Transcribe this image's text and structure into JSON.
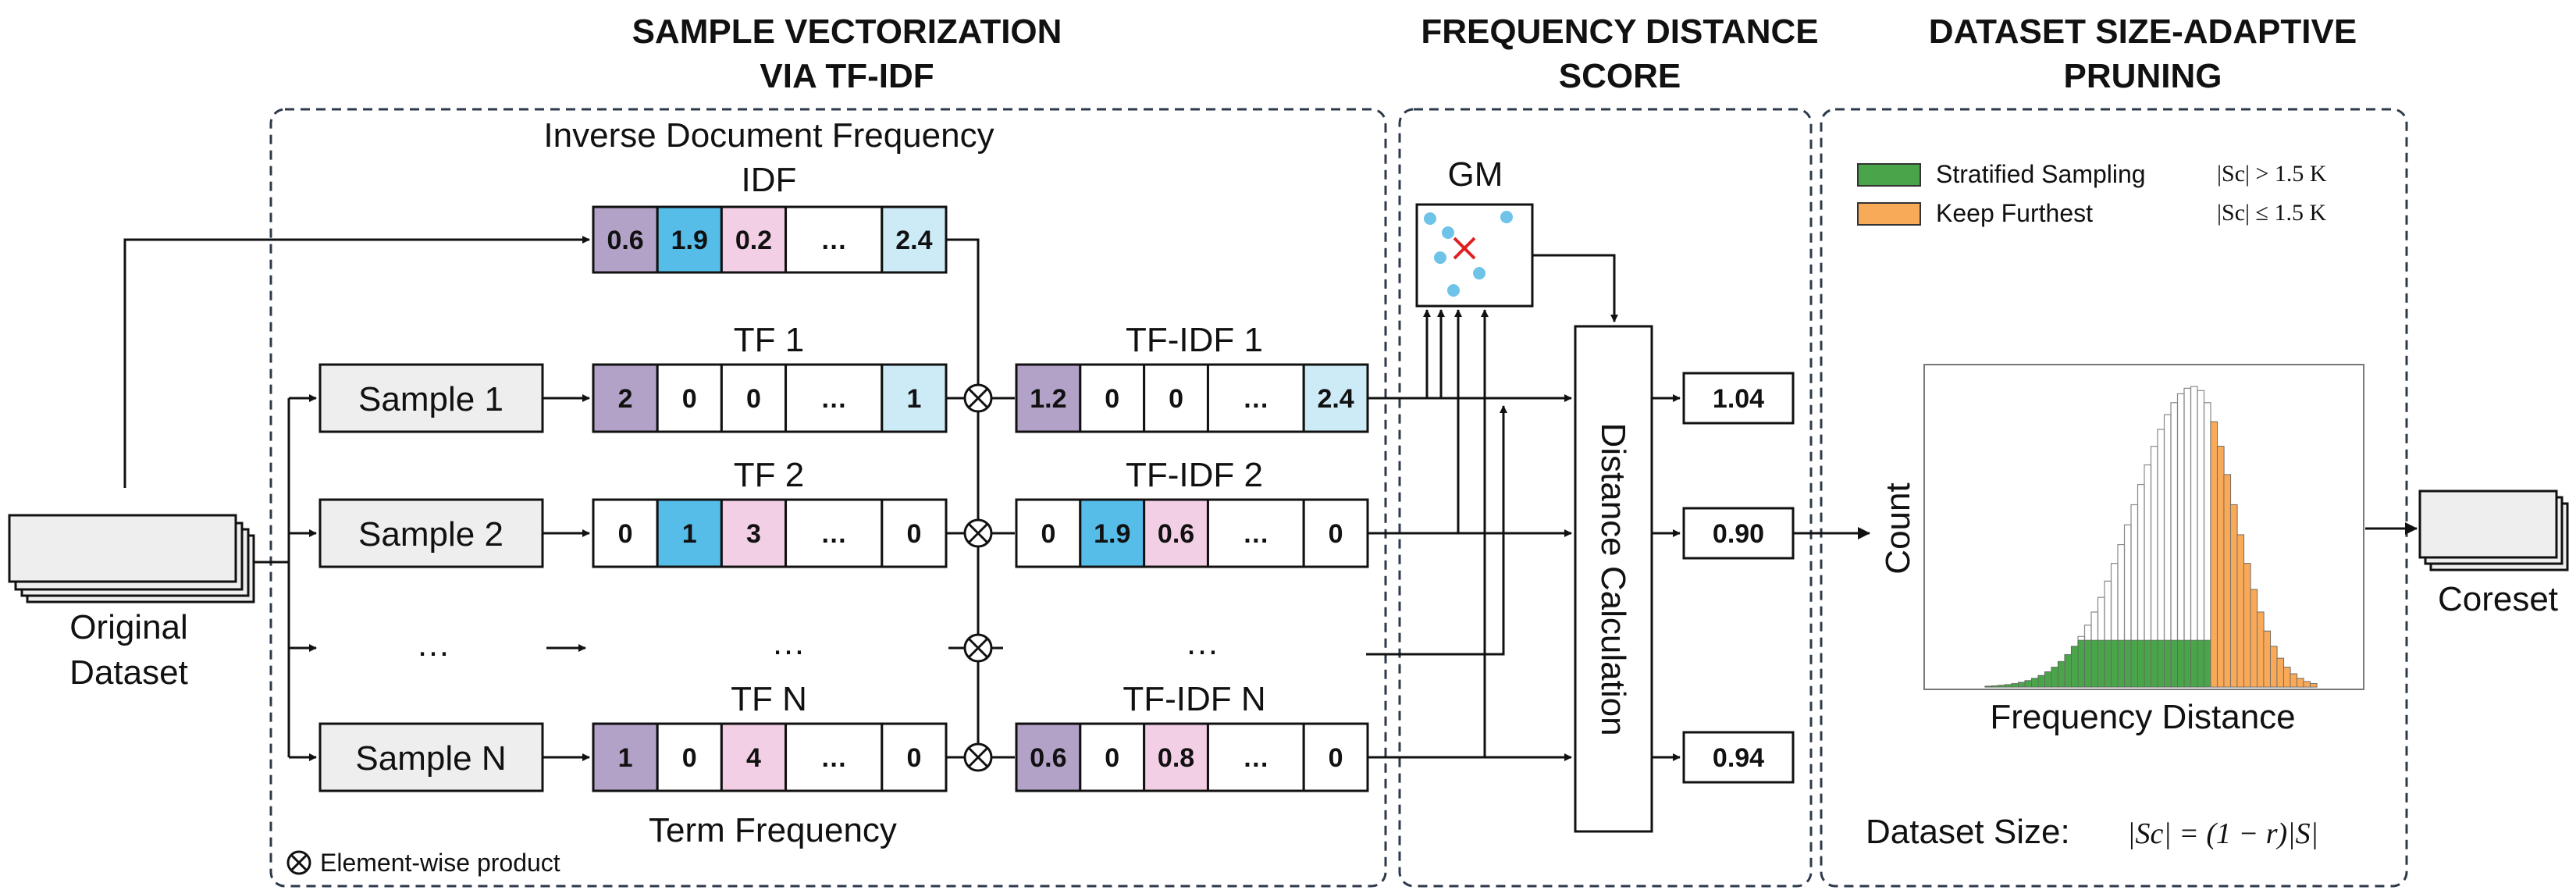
{
  "headers": {
    "vectorization_line1": "SAMPLE VECTORIZATION",
    "vectorization_line2": "VIA TF-IDF",
    "frequency_line1": "FREQUENCY DISTANCE",
    "frequency_line2": "SCORE",
    "pruning_line1": "DATASET SIZE-ADAPTIVE",
    "pruning_line2": "PRUNING"
  },
  "idf": {
    "title": "Inverse Document Frequency",
    "label": "IDF",
    "cells": [
      "0.6",
      "1.9",
      "0.2",
      "…",
      "2.4"
    ]
  },
  "original_dataset": {
    "line1": "Original",
    "line2": "Dataset"
  },
  "samples": [
    {
      "sample": "Sample 1",
      "tf_label": "TF 1",
      "tf_cells": [
        "2",
        "0",
        "0",
        "…",
        "1"
      ],
      "tfidf_label": "TF-IDF 1",
      "tfidf_cells": [
        "1.2",
        "0",
        "0",
        "…",
        "2.4"
      ],
      "score": "1.04"
    },
    {
      "sample": "Sample 2",
      "tf_label": "TF 2",
      "tf_cells": [
        "0",
        "1",
        "3",
        "…",
        "0"
      ],
      "tfidf_label": "TF-IDF 2",
      "tfidf_cells": [
        "0",
        "1.9",
        "0.6",
        "…",
        "0"
      ],
      "score": "0.90"
    },
    {
      "sample": "Sample N",
      "tf_label": "TF N",
      "tf_cells": [
        "1",
        "0",
        "4",
        "…",
        "0"
      ],
      "tfidf_label": "TF-IDF N",
      "tfidf_cells": [
        "0.6",
        "0",
        "0.8",
        "…",
        "0"
      ],
      "score": "0.94"
    }
  ],
  "ellipsis": "…",
  "term_frequency_label": "Term Frequency",
  "elementwise_note": "Element-wise product",
  "gm_label": "GM",
  "distance_calc_label": "Distance Calculation",
  "legend": {
    "stratified": "Stratified Sampling",
    "stratified_cond": "|Sc| > 1.5 K",
    "furthest": "Keep Furthest",
    "furthest_cond": "|Sc| ≤ 1.5 K"
  },
  "histogram": {
    "ylabel": "Count",
    "xlabel": "Frequency Distance"
  },
  "dataset_size": {
    "label": "Dataset Size:",
    "formula": "|Sc| = (1 − r)|S|"
  },
  "coreset": "Coreset",
  "colors": {
    "purple": "#b3a2c8",
    "blue": "#56bce8",
    "light_blue": "#cdeaf7",
    "pink": "#f3cfe5",
    "green": "#4aa54a",
    "orange": "#f8aa58",
    "sample_fill": "#eeeeee",
    "grey_dot": "#6ec3e8",
    "red_x": "#e02020"
  }
}
